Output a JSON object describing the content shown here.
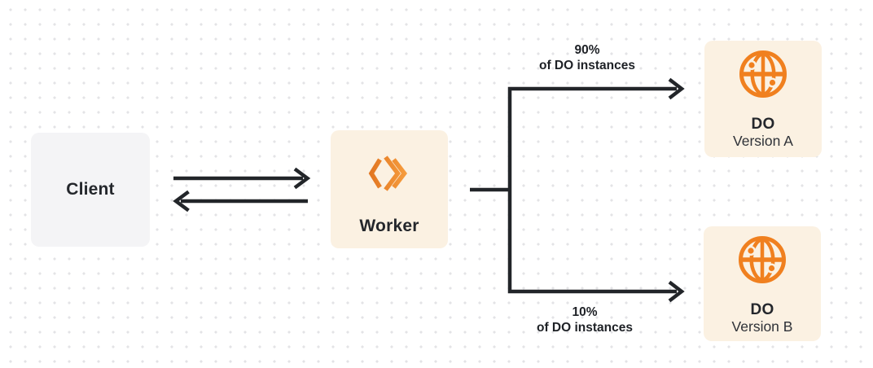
{
  "nodes": {
    "client": {
      "label": "Client"
    },
    "worker": {
      "label": "Worker",
      "icon": "workers-chevrons-icon"
    },
    "do_a": {
      "title": "DO",
      "subtitle": "Version A",
      "icon": "globe-icon"
    },
    "do_b": {
      "title": "DO",
      "subtitle": "Version B",
      "icon": "globe-icon"
    }
  },
  "edges": {
    "top": {
      "percent": "90%",
      "caption": "of DO instances"
    },
    "bottom": {
      "percent": "10%",
      "caption": "of DO instances"
    }
  },
  "colors": {
    "background": "#FFFFFF",
    "dot_grid": "#E3E3E6",
    "box_gray": "#F4F4F6",
    "box_cream": "#FBF1E2",
    "accent_orange": "#F0801F",
    "line_dark": "#222529",
    "text_dark": "#24272C"
  }
}
